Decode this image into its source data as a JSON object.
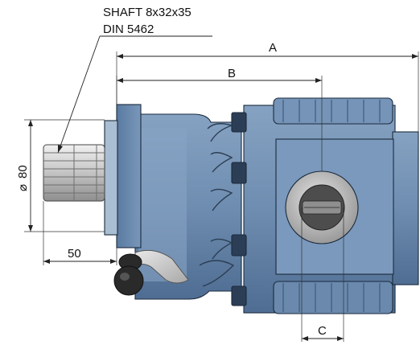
{
  "note": {
    "line1": "SHAFT 8x32x35",
    "line2": "DIN 5462"
  },
  "dimensions": {
    "A": "A",
    "B": "B",
    "C": "C",
    "diameter_symbol": "⌀",
    "diameter_value": "80",
    "shaft_length": "50"
  },
  "colors": {
    "body": "#6e8db0",
    "body_dark": "#4c6a8e",
    "body_light": "#9fb6cf",
    "edge": "#1b2a3c",
    "shaft": "#d4d4d4",
    "shaft_dark": "#8a8a8a",
    "port_ring": "#b8b8b8",
    "rubber": "#2a2a2a"
  }
}
